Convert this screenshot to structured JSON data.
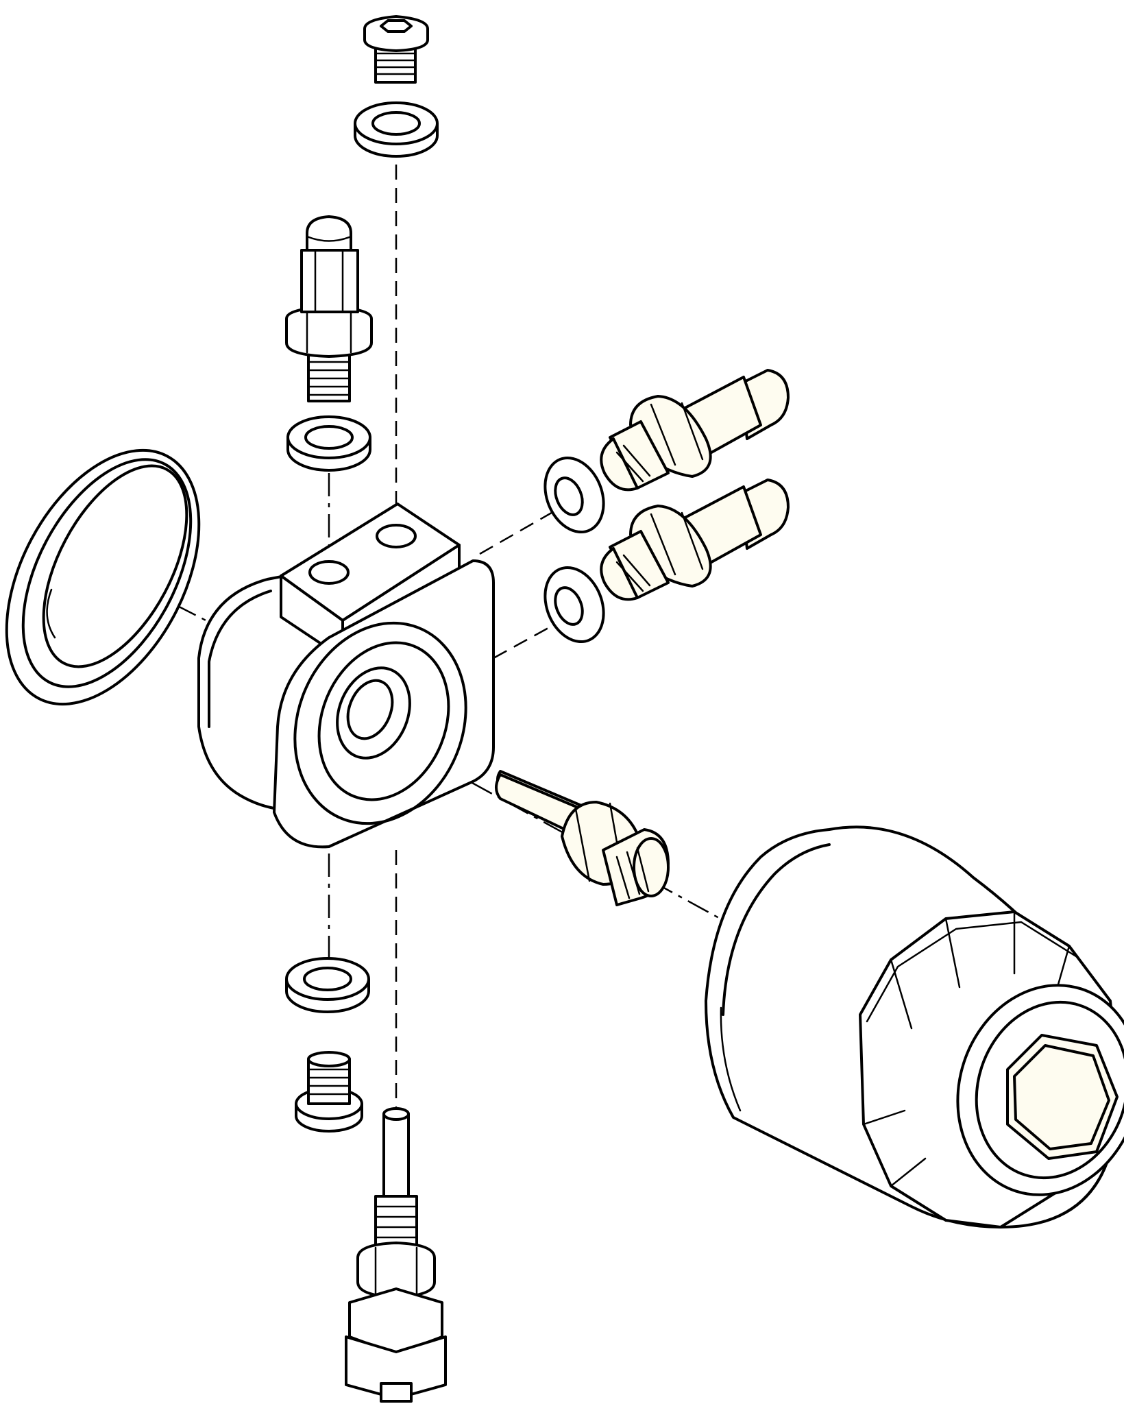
{
  "colors": {
    "line": "#000000",
    "background": "#ffffff",
    "part_fill": "#fefcf0"
  },
  "parts": [
    {
      "id": "top-plug",
      "icon": "hex-socket-plug-icon"
    },
    {
      "id": "top-washer",
      "icon": "washer-icon"
    },
    {
      "id": "sensor-stud",
      "icon": "threaded-stud-icon"
    },
    {
      "id": "upper-left-washer",
      "icon": "washer-icon"
    },
    {
      "id": "o-ring",
      "icon": "o-ring-icon"
    },
    {
      "id": "adapter-block",
      "icon": "oil-filter-adapter-icon"
    },
    {
      "id": "fitting-upper",
      "icon": "hose-fitting-icon"
    },
    {
      "id": "fitting-lower",
      "icon": "hose-fitting-icon"
    },
    {
      "id": "side-washer-upper",
      "icon": "washer-icon"
    },
    {
      "id": "side-washer-lower",
      "icon": "washer-icon"
    },
    {
      "id": "center-bolt",
      "icon": "center-bolt-icon"
    },
    {
      "id": "oil-filter",
      "icon": "oil-filter-canister-icon"
    },
    {
      "id": "lower-washer",
      "icon": "washer-icon"
    },
    {
      "id": "bottom-plug",
      "icon": "plug-icon"
    },
    {
      "id": "pressure-switch",
      "icon": "pressure-switch-icon"
    }
  ]
}
